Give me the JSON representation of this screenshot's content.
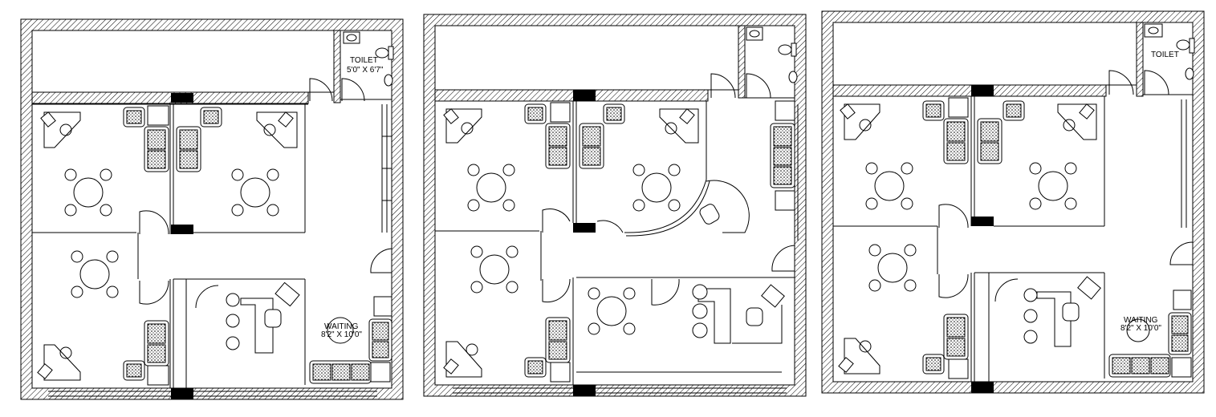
{
  "plans": [
    {
      "toilet_label": "TOILET",
      "toilet_size": "5'0\" X 6'7\"",
      "waiting_label": "WAITING",
      "waiting_size": "8'2\" X 10'0\""
    },
    {
      "toilet_label": "",
      "toilet_size": "",
      "waiting_label": "",
      "waiting_size": ""
    },
    {
      "toilet_label": "TOILET",
      "toilet_size": "",
      "waiting_label": "WAITING",
      "waiting_size": "8'2\" X 10'0\""
    }
  ],
  "colors": {
    "line": "#000000",
    "hatch": "#000000",
    "background": "#ffffff"
  }
}
